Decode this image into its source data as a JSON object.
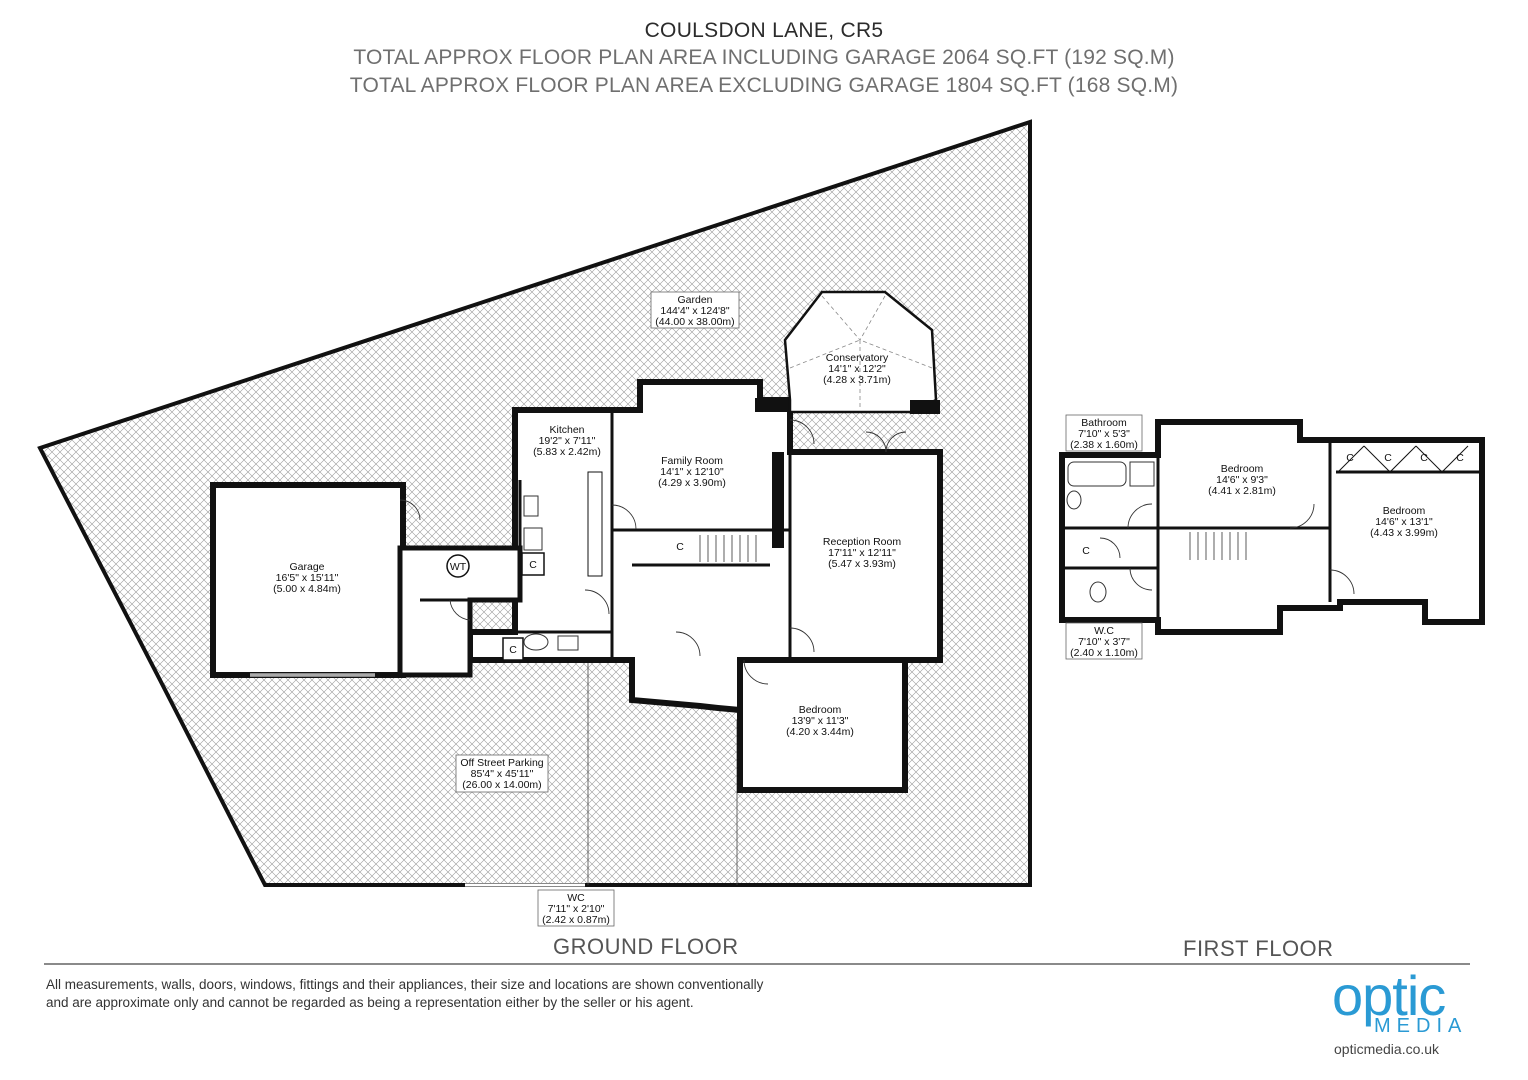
{
  "header": {
    "title": "COULSDON LANE, CR5",
    "line1": "TOTAL APPROX FLOOR PLAN AREA INCLUDING GARAGE 2064 SQ.FT (192 SQ.M)",
    "line2": "TOTAL APPROX FLOOR PLAN AREA EXCLUDING GARAGE 1804 SQ.FT (168 SQ.M)"
  },
  "floors": {
    "ground": "GROUND FLOOR",
    "first": "FIRST FLOOR"
  },
  "rooms": {
    "garden": {
      "name": "Garden",
      "imperial": "144'4\" x 124'8\"",
      "metric": "(44.00 x 38.00m)"
    },
    "conservatory": {
      "name": "Conservatory",
      "imperial": "14'1\" x 12'2\"",
      "metric": "(4.28 x 3.71m)"
    },
    "kitchen": {
      "name": "Kitchen",
      "imperial": "19'2\" x 7'11\"",
      "metric": "(5.83 x 2.42m)"
    },
    "family_room": {
      "name": "Family Room",
      "imperial": "14'1\" x 12'10\"",
      "metric": "(4.29 x 3.90m)"
    },
    "reception_room": {
      "name": "Reception Room",
      "imperial": "17'11\" x 12'11\"",
      "metric": "(5.47 x 3.93m)"
    },
    "garage": {
      "name": "Garage",
      "imperial": "16'5\" x 15'11\"",
      "metric": "(5.00 x 4.84m)"
    },
    "bedroom_ground": {
      "name": "Bedroom",
      "imperial": "13'9\" x 11'3\"",
      "metric": "(4.20 x 3.44m)"
    },
    "parking": {
      "name": "Off Street Parking",
      "imperial": "85'4\" x 45'11\"",
      "metric": "(26.00 x 14.00m)"
    },
    "wc_ground": {
      "name": "WC",
      "imperial": "7'11\" x 2'10\"",
      "metric": "(2.42 x 0.87m)"
    },
    "bathroom": {
      "name": "Bathroom",
      "imperial": "7'10\" x 5'3\"",
      "metric": "(2.38 x 1.60m)"
    },
    "bedroom_first_a": {
      "name": "Bedroom",
      "imperial": "14'6\" x 9'3\"",
      "metric": "(4.41 x 2.81m)"
    },
    "bedroom_first_b": {
      "name": "Bedroom",
      "imperial": "14'6\" x 13'1\"",
      "metric": "(4.43 x 3.99m)"
    },
    "wc_first": {
      "name": "W.C",
      "imperial": "7'10\" x 3'7\"",
      "metric": "(2.40 x 1.10m)"
    }
  },
  "markers": {
    "cupboard": "C",
    "water_tank": "WT"
  },
  "footer": {
    "disclaimer": "All measurements, walls, doors, windows, fittings and their appliances, their size and locations are shown conventionally and are approximate only and cannot be regarded as being a representation either by the seller or his agent.",
    "logo_optic": "optic",
    "logo_media": "MEDIA",
    "logo_url": "opticmedia.co.uk"
  },
  "colors": {
    "wall": "#111111",
    "hatch": "#9a9a9a",
    "brand": "#2a9ad4"
  }
}
